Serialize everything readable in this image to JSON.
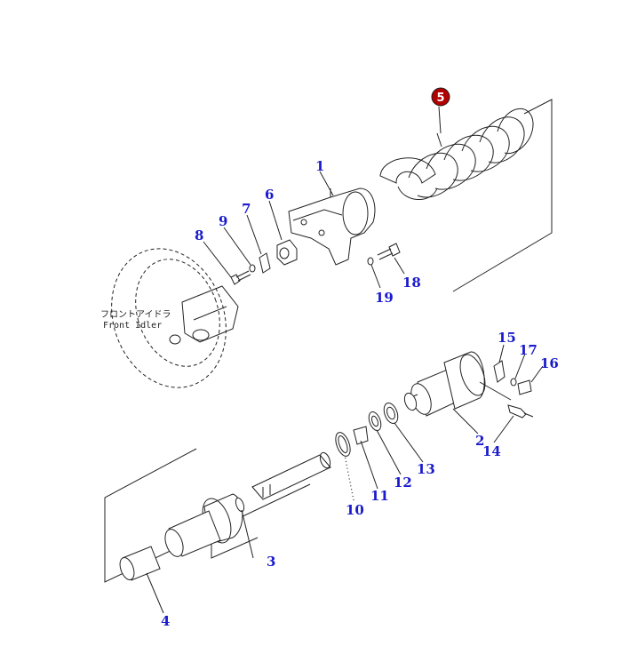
{
  "badge": {
    "label": "5",
    "color": "#b00000"
  },
  "callouts": {
    "c1": "1",
    "c2": "2",
    "c3": "3",
    "c4": "4",
    "c6": "6",
    "c7": "7",
    "c8": "8",
    "c9": "9",
    "c10": "10",
    "c11": "11",
    "c12": "12",
    "c13": "13",
    "c14": "14",
    "c15": "15",
    "c16": "16",
    "c17": "17",
    "c18": "18",
    "c19": "19"
  },
  "idler_note": {
    "line1": "フロントアイドラ",
    "line2": "Front Idler"
  },
  "colors": {
    "callout": "#1a1acc",
    "lines": "#222222"
  }
}
